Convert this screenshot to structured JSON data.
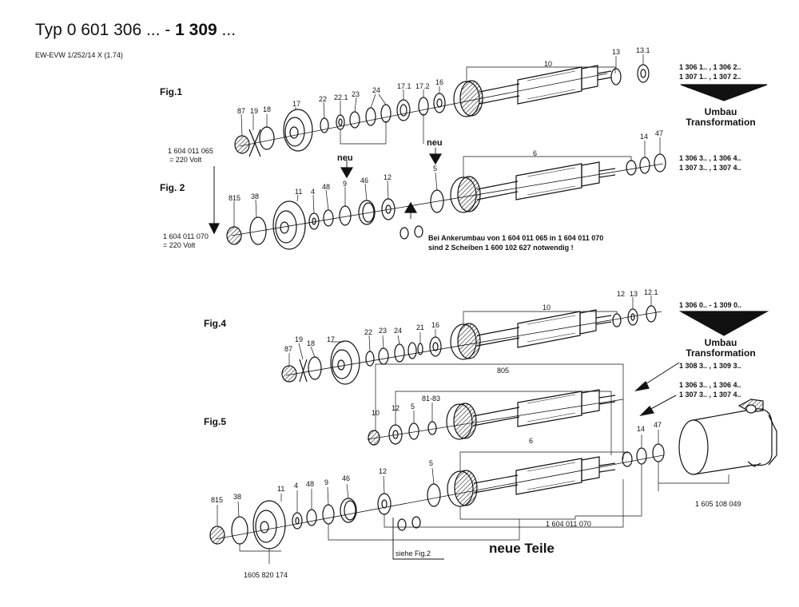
{
  "header": {
    "title_prefix": "Typ",
    "title_from": "0 601 306",
    "title_sep": " ... - ",
    "title_to": "1 309",
    "title_suffix": " ...",
    "subtitle": "EW-EVW 1/252/14 X (1.74)"
  },
  "figures": {
    "fig1": "Fig.1",
    "fig2": "Fig. 2",
    "fig4": "Fig.4",
    "fig5": "Fig.5"
  },
  "fig1_labels": [
    "87",
    "19",
    "18",
    "17",
    "22",
    "22.1",
    "23",
    "24",
    "17.1",
    "17.2",
    "16",
    "10",
    "13",
    "13.1"
  ],
  "fig2_labels": [
    "815",
    "38",
    "11",
    "4",
    "48",
    "9",
    "46",
    "12",
    "5",
    "6",
    "14",
    "47"
  ],
  "fig4_labels": [
    "87",
    "19",
    "18",
    "17",
    "22",
    "23",
    "24",
    "21",
    "16",
    "10",
    "12",
    "13",
    "12.1"
  ],
  "fig5_labels": [
    "10",
    "12",
    "5",
    "81-83",
    "805",
    "6",
    "14",
    "47",
    "815",
    "38",
    "11",
    "4",
    "48",
    "9",
    "46",
    "12",
    "5"
  ],
  "part_numbers": {
    "fig1_left_top": "1 604 011 065",
    "fig1_left_bottom": "= 220 Volt",
    "fig2_left_top": "1 604 011 070",
    "fig2_left_bottom": "= 220 Volt",
    "armature_new": "1 604 011 070",
    "housing": "1 605 108 049",
    "bearing_shield": "1605 820 174"
  },
  "type_codes": {
    "group1_line1": "1 306 1.. , 1 306 2..",
    "group1_line2": "1 307 1.. , 1 307 2..",
    "group2_line1": "1 306 3.. , 1 306 4..",
    "group2_line2": "1 307 3.. , 1 307 4..",
    "group3": "1 306 0.. - 1 309 0..",
    "group4": "1 308 3.. , 1 309 3..",
    "group5_line1": "1 306 3.. , 1 306 4..",
    "group5_line2": "1 307 3.. , 1 307 4.."
  },
  "umbau": {
    "line1": "Umbau",
    "line2": "Transformation"
  },
  "neu_label": "neu",
  "note": {
    "line1": "Bei Ankerumbau von 1 604  011 065  in 1 604  011 070",
    "line2": "sind 2  Scheiben  1 600 102  627  notwendig !"
  },
  "siehe": "siehe Fig.2",
  "neue_teile": "neue Teile"
}
